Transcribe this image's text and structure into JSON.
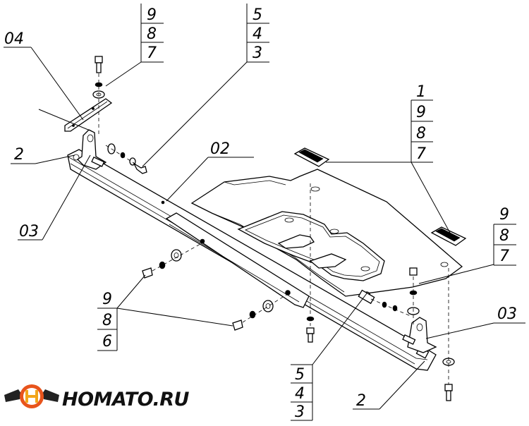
{
  "callouts": {
    "tl_9": "9",
    "tl_8": "8",
    "tl_7": "7",
    "tc_5": "5",
    "tc_4": "4",
    "tc_3": "3",
    "tr_1": "1",
    "tr_9": "9",
    "tr_8": "8",
    "tr_7": "7",
    "mr_9": "9",
    "mr_8": "8",
    "mr_7": "7",
    "ml_9": "9",
    "ml_8": "8",
    "ml_6": "6",
    "bc_5": "5",
    "bc_4": "4",
    "bc_3": "3",
    "label_04": "04",
    "label_02": "02",
    "label_03_left": "03",
    "label_03_right": "03",
    "label_2_left": "2",
    "label_2_right": "2"
  },
  "brand": {
    "name": "HOMATO.RU",
    "logo_colors": {
      "ring": "#e8541c",
      "wing": "#222222",
      "accent": "#f2a51a"
    }
  }
}
